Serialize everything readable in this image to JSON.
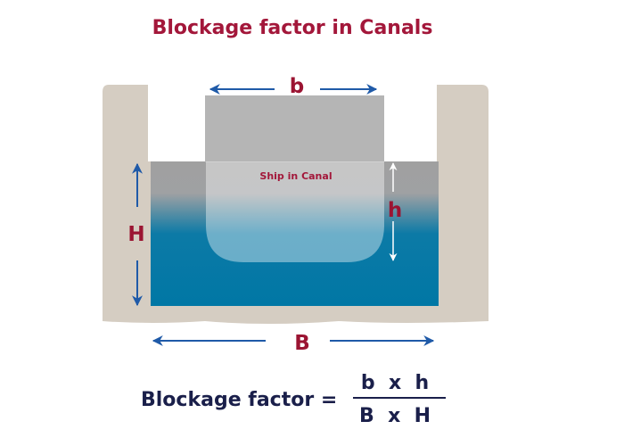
{
  "title": "Blockage factor in Canals",
  "labels": {
    "ship": "Ship in Canal",
    "ship_width": "b",
    "canal_width": "B",
    "canal_depth": "H",
    "ship_draft": "h"
  },
  "formula": {
    "lhs": "Blockage factor =",
    "numerator": "b  x  h",
    "denominator": "B  x  H"
  },
  "colors": {
    "title": "#a3173a",
    "label": "#9b1432",
    "formula": "#1a1f4a",
    "arrow": "#1f5aa8",
    "bank": "#d5cdc2",
    "water": "#0077a5",
    "ship": "#b5b5b5"
  }
}
